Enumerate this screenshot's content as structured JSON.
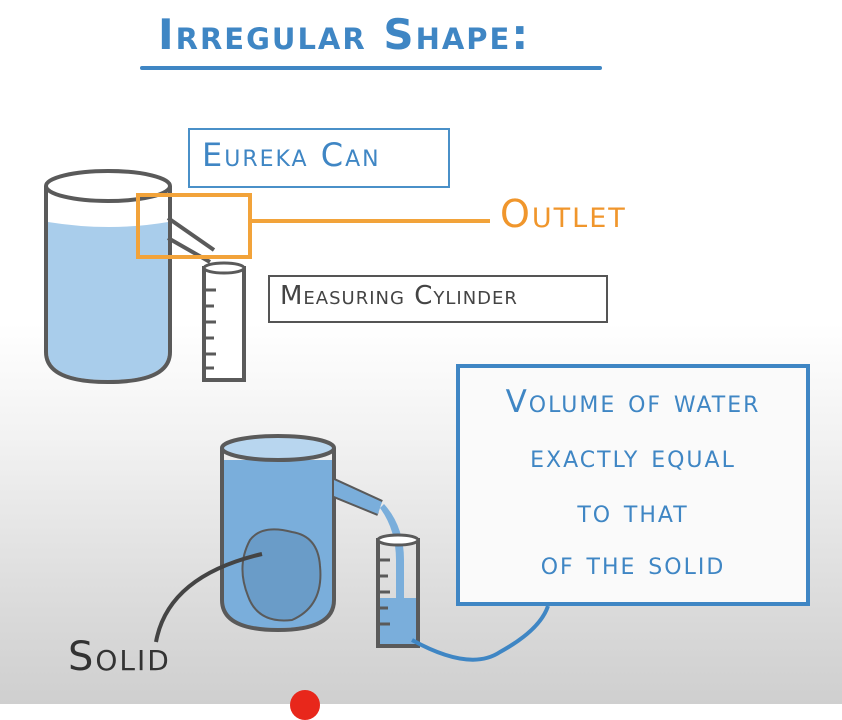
{
  "title": "Irregular Shape:",
  "labels": {
    "eureka_can": "Eureka Can",
    "outlet": "Outlet",
    "measuring_cylinder": "Measuring Cylinder",
    "solid": "Solid"
  },
  "note": {
    "line1": "Volume of water",
    "line2": "exactly equal",
    "line3": "to that",
    "line4": "of the solid"
  },
  "colors": {
    "blue": "#3f86c4",
    "orange": "#f2a33a",
    "water": "#a9cdeb",
    "outline": "#5a5a5a"
  },
  "icons": {
    "player_marker": "red-dot"
  }
}
